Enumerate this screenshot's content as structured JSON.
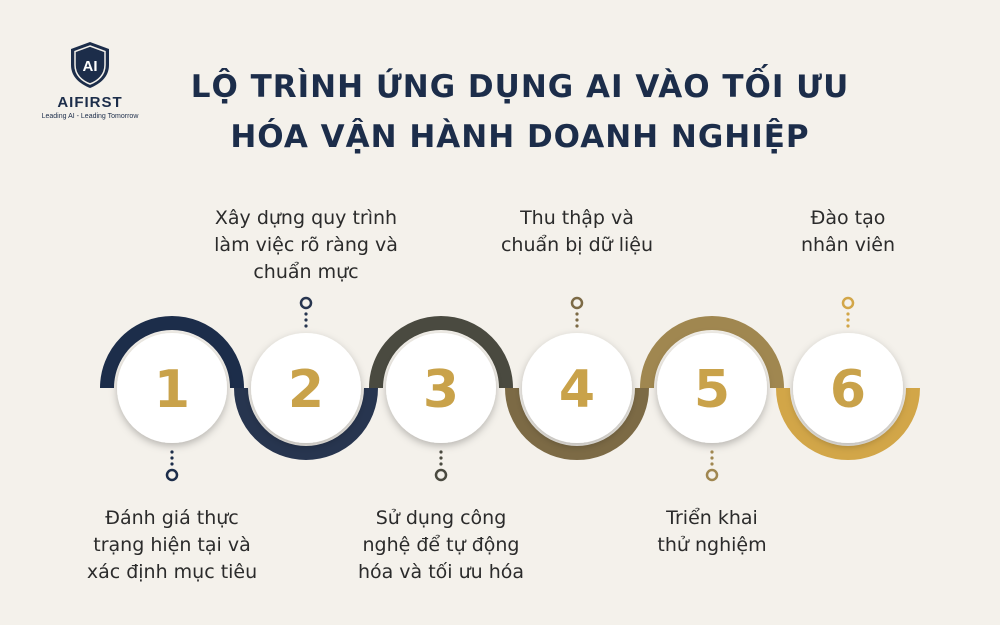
{
  "logo": {
    "glyph": "AI",
    "name": "AIFIRST",
    "tagline": "Leading AI - Leading Tomorrow"
  },
  "title": {
    "line1": "LỘ TRÌNH ỨNG DỤNG AI VÀO TỐI ƯU",
    "line2": "HÓA VẬN HÀNH DOANH NGHIỆP"
  },
  "steps": [
    {
      "number": "1",
      "label": [
        "Đánh giá thực",
        "trạng hiện tại và",
        "xác định mục tiêu"
      ],
      "color": "#1c2d4a"
    },
    {
      "number": "2",
      "label": [
        "Xây dựng quy trình",
        "làm việc rõ ràng và",
        "chuẩn mực"
      ],
      "color": "#27354f"
    },
    {
      "number": "3",
      "label": [
        "Sử dụng công",
        "nghệ để tự động",
        "hóa và tối ưu hóa"
      ],
      "color": "#4a4a40"
    },
    {
      "number": "4",
      "label": [
        "Thu thập và",
        "chuẩn bị dữ liệu"
      ],
      "color": "#7c6a45"
    },
    {
      "number": "5",
      "label": [
        "Triển khai",
        "thử nghiệm"
      ],
      "color": "#a08750"
    },
    {
      "number": "6",
      "label": [
        "Đào tạo",
        "nhân viên"
      ],
      "color": "#d2a648"
    }
  ],
  "colors": {
    "background": "#f4f1eb",
    "title": "#1c2d4a",
    "number": "#c9a24a",
    "text": "#2b2b2b"
  }
}
